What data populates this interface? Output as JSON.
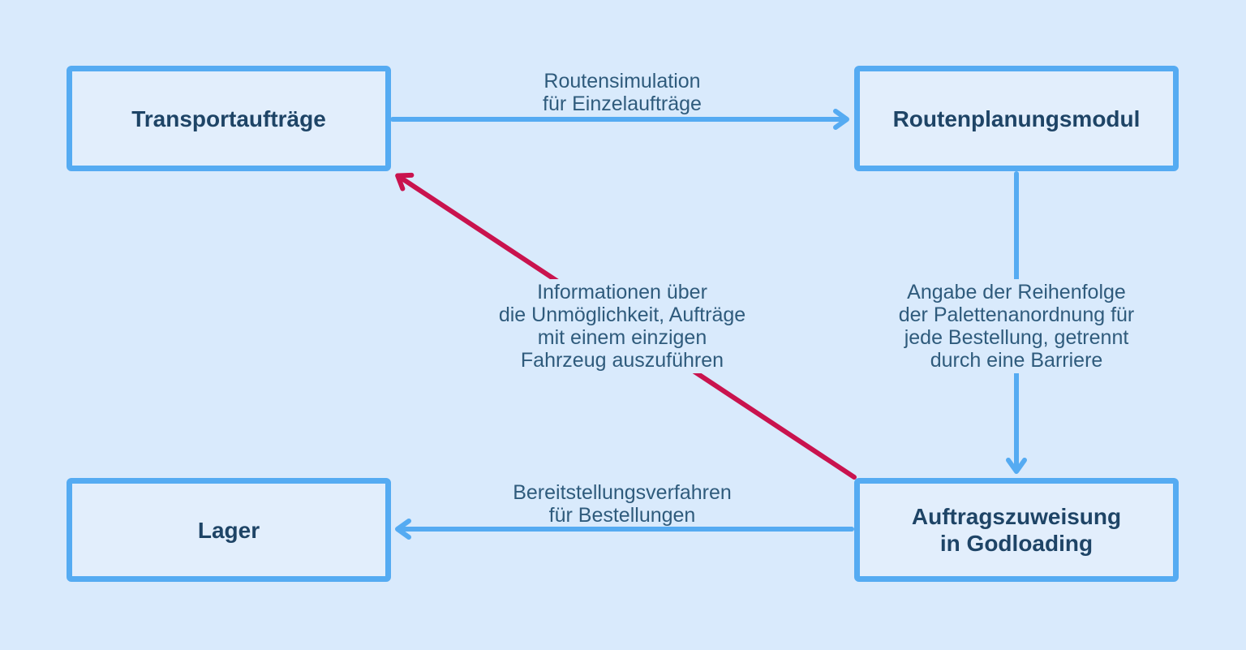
{
  "diagram": {
    "boxes": [
      {
        "id": "transportauftraege",
        "label": "Transportaufträge"
      },
      {
        "id": "routenplanungsmodul",
        "label": "Routenplanungsmodul"
      },
      {
        "id": "lager",
        "label": "Lager"
      },
      {
        "id": "auftragszuweisung",
        "label": "Auftragszuweisung\nin Godloading"
      }
    ],
    "edges": [
      {
        "from": "transportauftraege",
        "to": "routenplanungsmodul",
        "label": "Routensimulation\nfür Einzelaufträge",
        "color_role": "blue"
      },
      {
        "from": "routenplanungsmodul",
        "to": "auftragszuweisung",
        "label": "Angabe der Reihenfolge\nder Palettenanordnung für\njede Bestellung, getrennt\ndurch eine Barriere",
        "color_role": "blue"
      },
      {
        "from": "auftragszuweisung",
        "to": "lager",
        "label": "Bereitstellungsverfahren\nfür Bestellungen",
        "color_role": "blue"
      },
      {
        "from": "auftragszuweisung",
        "to": "transportauftraege",
        "label": "Informationen über\ndie Unmöglichkeit, Aufträge\nmit einem einzigen\nFahrzeug auszuführen",
        "color_role": "red"
      }
    ]
  },
  "colors": {
    "background": "#d9eafc",
    "box_fill": "#e2eefc",
    "box_border": "#55abf2",
    "arrow_blue": "#55abf2",
    "arrow_red": "#c9134e",
    "title_text": "#1e4466",
    "label_text": "#2f5b7c"
  }
}
